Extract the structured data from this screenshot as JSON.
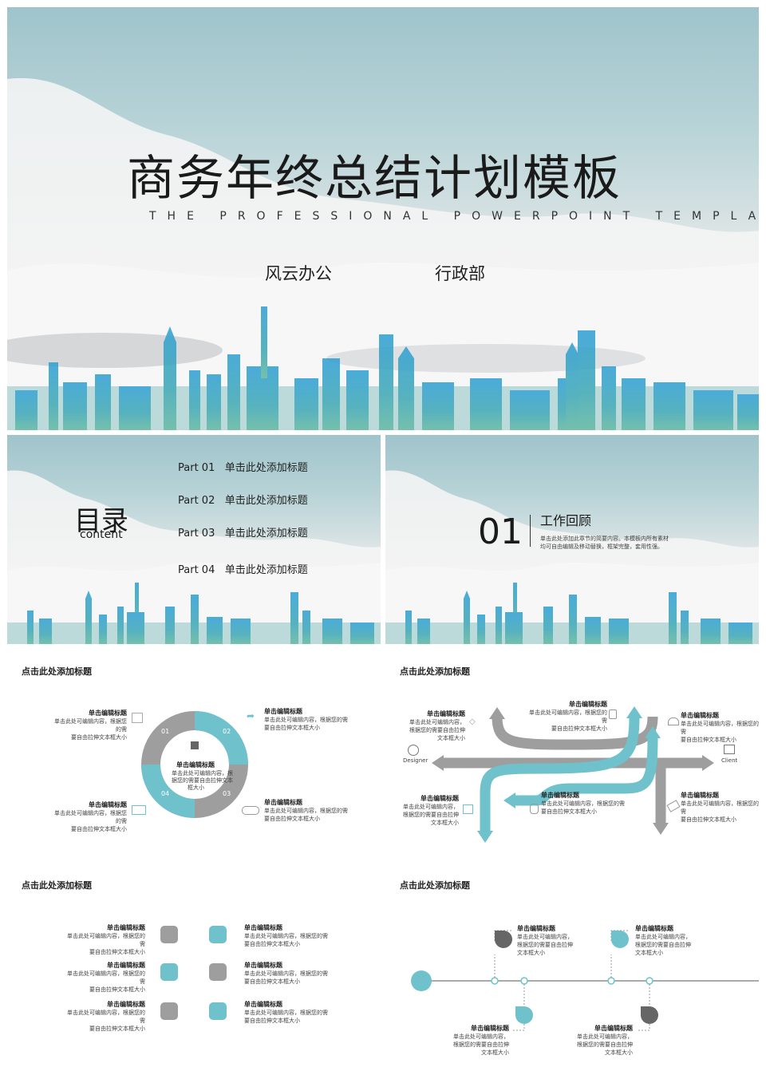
{
  "cover": {
    "title": "商务年终总结计划模板",
    "subtitle": "THE PROFESSIONAL POWERPOINT TEMPLATE",
    "left_name": "风云办公",
    "right_name": "行政部"
  },
  "toc": {
    "heading": "目录",
    "heading_en": "content",
    "items": [
      {
        "part": "Part 01",
        "label": "单击此处添加标题"
      },
      {
        "part": "Part 02",
        "label": "单击此处添加标题"
      },
      {
        "part": "Part 03",
        "label": "单击此处添加标题"
      },
      {
        "part": "Part 04",
        "label": "单击此处添加标题"
      }
    ]
  },
  "section": {
    "number": "01",
    "title": "工作回顾",
    "desc_line1": "单击此处添加此章节的简要内容。本模板内所有素材",
    "desc_line2": "均可自由编辑及移动替换，框架完整，套用性强。"
  },
  "cycle_slide": {
    "title": "点击此处添加标题",
    "center_title": "单击编辑标题",
    "center_text": [
      "单击此处可编辑内容，根",
      "据您的需要自由拉伸文本",
      "框大小"
    ],
    "nums": [
      "01",
      "02",
      "03",
      "04"
    ],
    "blocks": [
      {
        "title": "单击编辑标题",
        "text": [
          "单击此处可编辑内容，根据您的需",
          "要自由拉伸文本框大小"
        ]
      },
      {
        "title": "单击编辑标题",
        "text": [
          "单击此处可编辑内容，根据您的需",
          "要自由拉伸文本框大小"
        ]
      },
      {
        "title": "单击编辑标题",
        "text": [
          "单击此处可编辑内容，根据您的需",
          "要自由拉伸文本框大小"
        ]
      },
      {
        "title": "单击编辑标题",
        "text": [
          "单击此处可编辑内容，根据您的需",
          "要自由拉伸文本框大小"
        ]
      }
    ]
  },
  "arrow_slide": {
    "title": "点击此处添加标题",
    "left_label": "Designer",
    "right_label": "Client",
    "blocks": [
      {
        "title": "单击编辑标题",
        "text": [
          "单击此处可编辑内容，",
          "根据您的需要自由拉伸",
          "文本框大小"
        ]
      },
      {
        "title": "单击编辑标题",
        "text": [
          "单击此处可编辑内容，根据您的需",
          "要自由拉伸文本框大小"
        ]
      },
      {
        "title": "单击编辑标题",
        "text": [
          "单击此处可编辑内容，根据您的需",
          "要自由拉伸文本框大小"
        ]
      },
      {
        "title": "单击编辑标题",
        "text": [
          "单击此处可编辑内容，",
          "根据您的需要自由拉伸",
          "文本框大小"
        ]
      },
      {
        "title": "单击编辑标题",
        "text": [
          "单击此处可编辑内容，根据您的需",
          "要自由拉伸文本框大小"
        ]
      },
      {
        "title": "单击编辑标题",
        "text": [
          "单击此处可编辑内容，根据您的需",
          "要自由拉伸文本框大小"
        ]
      }
    ]
  },
  "grid_slide": {
    "title": "点击此处添加标题",
    "blocks": [
      {
        "title": "单击编辑标题",
        "text": [
          "单击此处可编辑内容，根据您的需",
          "要自由拉伸文本框大小"
        ]
      },
      {
        "title": "单击编辑标题",
        "text": [
          "单击此处可编辑内容，根据您的需",
          "要自由拉伸文本框大小"
        ]
      },
      {
        "title": "单击编辑标题",
        "text": [
          "单击此处可编辑内容，根据您的需",
          "要自由拉伸文本框大小"
        ]
      },
      {
        "title": "单击编辑标题",
        "text": [
          "单击此处可编辑内容，根据您的需",
          "要自由拉伸文本框大小"
        ]
      },
      {
        "title": "单击编辑标题",
        "text": [
          "单击此处可编辑内容，根据您的需",
          "要自由拉伸文本框大小"
        ]
      },
      {
        "title": "单击编辑标题",
        "text": [
          "单击此处可编辑内容，根据您的需",
          "要自由拉伸文本框大小"
        ]
      }
    ]
  },
  "timeline_slide": {
    "title": "点击此处添加标题",
    "blocks": [
      {
        "title": "单击编辑标题",
        "text": [
          "单击此处可编辑内容，",
          "根据您的需要自由拉伸",
          "文本框大小"
        ]
      },
      {
        "title": "单击编辑标题",
        "text": [
          "单击此处可编辑内容，",
          "根据您的需要自由拉伸",
          "文本框大小"
        ]
      },
      {
        "title": "单击编辑标题",
        "text": [
          "单击此处可编辑内容，",
          "根据您的需要自由拉伸",
          "文本框大小"
        ]
      },
      {
        "title": "单击编辑标题",
        "text": [
          "单击此处可编辑内容，",
          "根据您的需要自由拉伸",
          "文本框大小"
        ]
      }
    ]
  },
  "colors": {
    "teal": "#6fc2cc",
    "gray": "#9e9e9e",
    "dark": "#1a1a1a"
  }
}
